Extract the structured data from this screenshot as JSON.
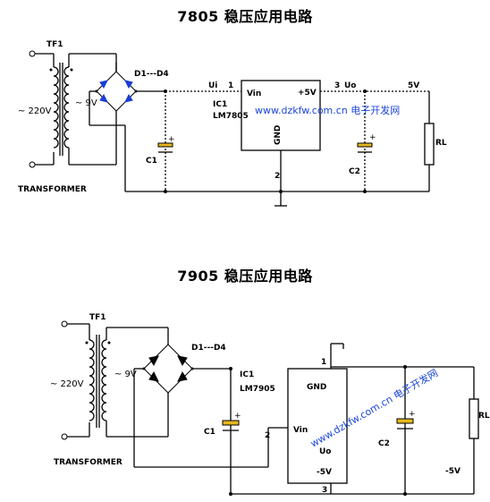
{
  "diagram1": {
    "title": "7805 稳压应用电路",
    "tf_label": "TF1",
    "ac_label": "~ 220V",
    "sec_label": "~ 9V",
    "transformer_label": "TRANSFORMER",
    "diode_label": "D1---D4",
    "ui_label": "Ui",
    "pin1": "1",
    "ic_label": "IC1",
    "ic_part": "LM7805",
    "vin_label": "Vin",
    "out_label": "+5V",
    "gnd_label": "GND",
    "pin2": "2",
    "pin3": "3",
    "uo_label": "Uo",
    "v5_label": "5V",
    "c1_label": "C1",
    "c2_label": "C2",
    "rl_label": "RL",
    "watermark": "www.dzkfw.com.cn 电子开发网"
  },
  "diagram2": {
    "title": "7905 稳压应用电路",
    "tf_label": "TF1",
    "ac_label": "~ 220V",
    "sec_label": "~ 9V",
    "transformer_label": "TRANSFORMER",
    "diode_label": "D1---D4",
    "ic_label": "IC1",
    "ic_part": "LM7905",
    "gnd_label": "GND",
    "vin_label": "Vin",
    "uo_label": "Uo",
    "out_label": "-5V",
    "pin1": "1",
    "pin2": "2",
    "pin3": "3",
    "c1_label": "C1",
    "c2_label": "C2",
    "rl_label": "RL",
    "v5_label": "-5V",
    "watermark": "www.dzkfw.com.cn 电子开发网"
  }
}
